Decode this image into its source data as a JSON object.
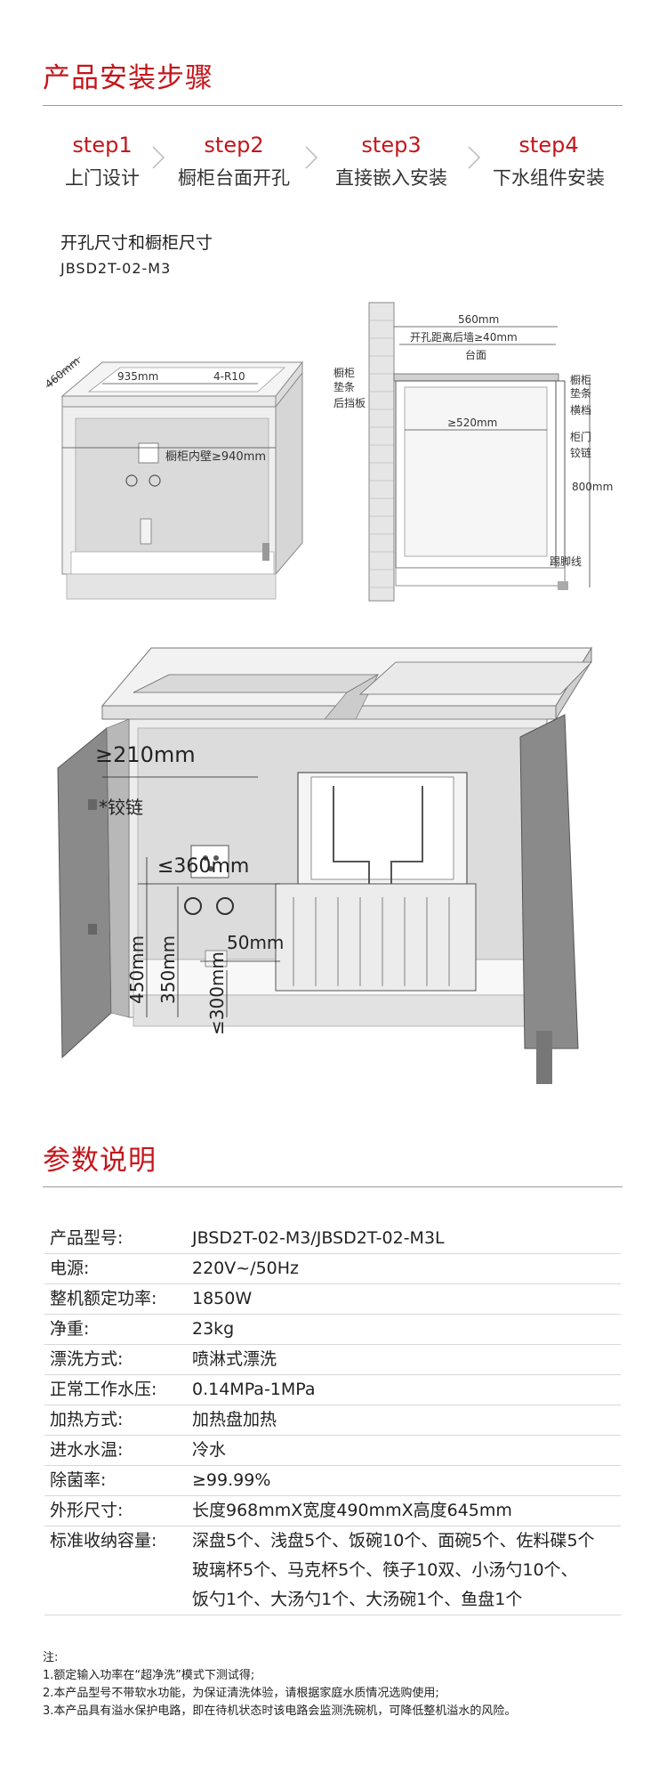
{
  "install": {
    "title": "产品安装步骤",
    "steps": [
      {
        "num": "step1",
        "label": "上门设计"
      },
      {
        "num": "step2",
        "label": "橱柜台面开孔"
      },
      {
        "num": "step3",
        "label": "直接嵌入安装"
      },
      {
        "num": "step4",
        "label": "下水组件安装"
      }
    ],
    "subheading": "开孔尺寸和橱柜尺寸",
    "model_code": "JBSD2T-02-M3"
  },
  "diagram_left": {
    "depth": "460mm",
    "width": "935mm",
    "radius": "4-R10",
    "inner_wall": "橱柜内壁≥940mm"
  },
  "diagram_right": {
    "total_depth": "560mm",
    "hole_distance": "开孔距离后墙≥40mm",
    "countertop": "台面",
    "cabinet_pad_l": "橱柜",
    "cabinet_pad_l2": "垫条",
    "back_panel": "后挡板",
    "inner_depth": "≥520mm",
    "cabinet_pad_r": "橱柜",
    "cabinet_pad_r2": "垫条",
    "rail": "横档",
    "door": "柜门",
    "hinge": "铰链",
    "height": "800mm",
    "kickboard": "踢脚线"
  },
  "diagram_main": {
    "top_clearance": "≥210mm",
    "hinge": "*铰链",
    "socket_width": "≤360mm",
    "drain_offset": "50mm",
    "h450": "450mm",
    "h350": "350mm",
    "h300": "≤300mm"
  },
  "specs": {
    "title": "参数说明",
    "rows": [
      {
        "key": "产品型号:",
        "value": [
          "JBSD2T-02-M3/JBSD2T-02-M3L"
        ]
      },
      {
        "key": "电源:",
        "value": [
          "220V~/50Hz"
        ]
      },
      {
        "key": "整机额定功率:",
        "value": [
          "1850W"
        ]
      },
      {
        "key": "净重:",
        "value": [
          "23kg"
        ]
      },
      {
        "key": "漂洗方式:",
        "value": [
          "喷淋式漂洗"
        ]
      },
      {
        "key": "正常工作水压:",
        "value": [
          "0.14MPa-1MPa"
        ]
      },
      {
        "key": "加热方式:",
        "value": [
          "加热盘加热"
        ]
      },
      {
        "key": "进水水温:",
        "value": [
          "冷水"
        ]
      },
      {
        "key": "除菌率:",
        "value": [
          "≥99.99%"
        ]
      },
      {
        "key": "外形尺寸:",
        "value": [
          "长度968mmX宽度490mmX高度645mm"
        ]
      },
      {
        "key": "标准收纳容量:",
        "value": [
          "深盘5个、浅盘5个、饭碗10个、面碗5个、佐料碟5个",
          "玻璃杯5个、马克杯5个、筷子10双、小汤勺10个、",
          "饭勺1个、大汤勺1个、大汤碗1个、鱼盘1个"
        ]
      }
    ]
  },
  "notes": {
    "heading": "注:",
    "lines": [
      "1.额定输入功率在“超净洗”模式下测试得;",
      "2.本产品型号不带软水功能，为保证清洗体验，请根据家庭水质情况选购使用;",
      "3.本产品具有溢水保护电路，即在待机状态时该电路会监测洗碗机，可降低整机溢水的风险。"
    ]
  }
}
